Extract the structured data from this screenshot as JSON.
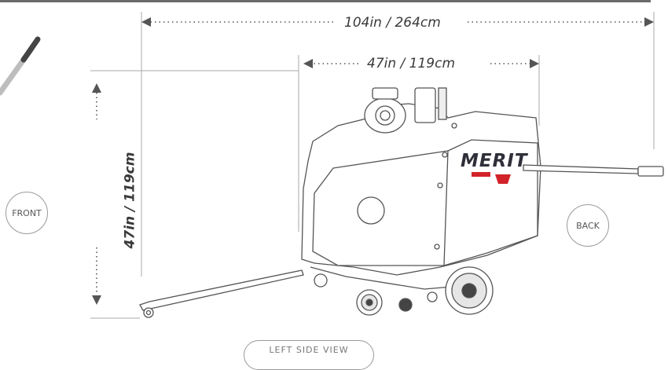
{
  "dimensions": {
    "overall_length": "104in / 264cm",
    "body_length": "47in / 119cm",
    "height": "47in / 119cm"
  },
  "labels": {
    "front": "FRONT",
    "back": "BACK",
    "view": "LEFT SIDE VIEW"
  },
  "brand": {
    "name": "MERIT",
    "accent_color": "#d2232a"
  },
  "colors": {
    "line": "#9a9a9a",
    "outline": "#555555",
    "topbar": "#6a6a6a"
  }
}
